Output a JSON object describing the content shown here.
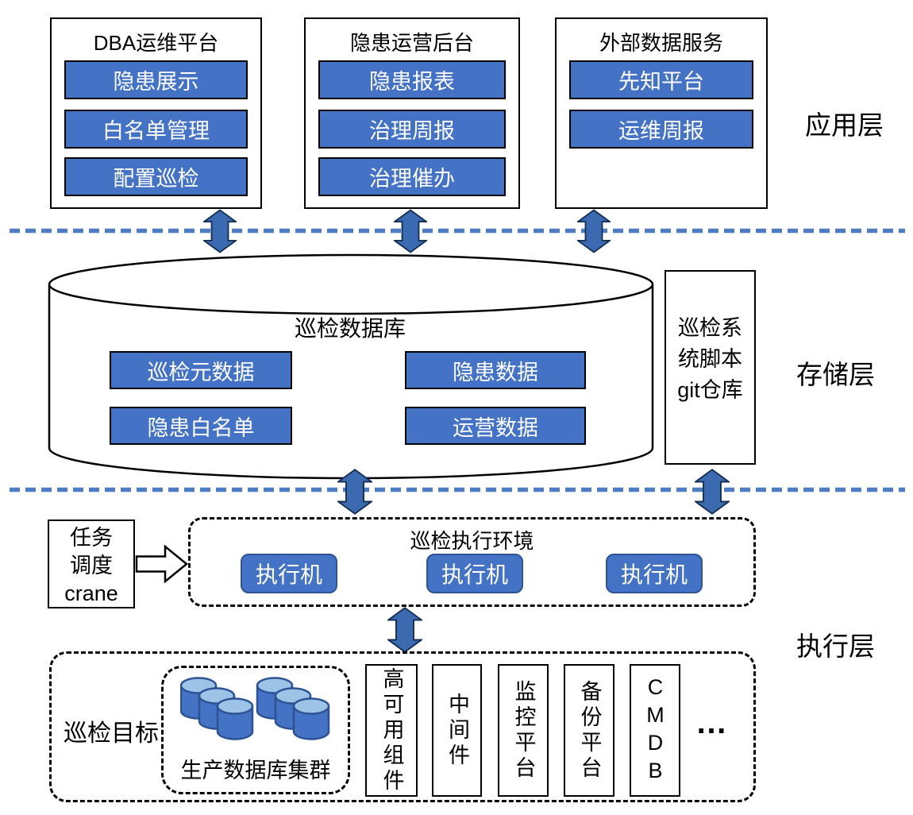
{
  "layer_labels": {
    "application": "应用层",
    "storage": "存储层",
    "execution": "执行层"
  },
  "app_panels": [
    {
      "title": "DBA运维平台",
      "items": [
        "隐患展示",
        "白名单管理",
        "配置巡检"
      ]
    },
    {
      "title": "隐患运营后台",
      "items": [
        "隐患报表",
        "治理周报",
        "治理催办"
      ]
    },
    {
      "title": "外部数据服务",
      "items": [
        "先知平台",
        "运维周报"
      ]
    }
  ],
  "storage_layer": {
    "database_title": "巡检数据库",
    "tables": [
      "巡检元数据",
      "隐患数据",
      "隐患白名单",
      "运营数据"
    ],
    "git_repo_lines": [
      "巡检系",
      "统脚本",
      "git仓库"
    ]
  },
  "execution_layer": {
    "scheduler_lines": [
      "任务",
      "调度",
      "crane"
    ],
    "env_title": "巡检执行环境",
    "executors": [
      "执行机",
      "执行机",
      "执行机"
    ],
    "target_label": "巡检目标",
    "db_cluster_label": "生产数据库集群",
    "systems": [
      "高可用组件",
      "中间件",
      "监控平台",
      "备份平台",
      "CMDB"
    ],
    "ellipsis": "…"
  },
  "colors": {
    "accent_blue": "#4472C4",
    "cylinder_top": "#9DC3E6",
    "outline_blue": "#2E5395",
    "separator_blue": "#4F7DC4",
    "arrow_blue": "#3C6AB0"
  }
}
